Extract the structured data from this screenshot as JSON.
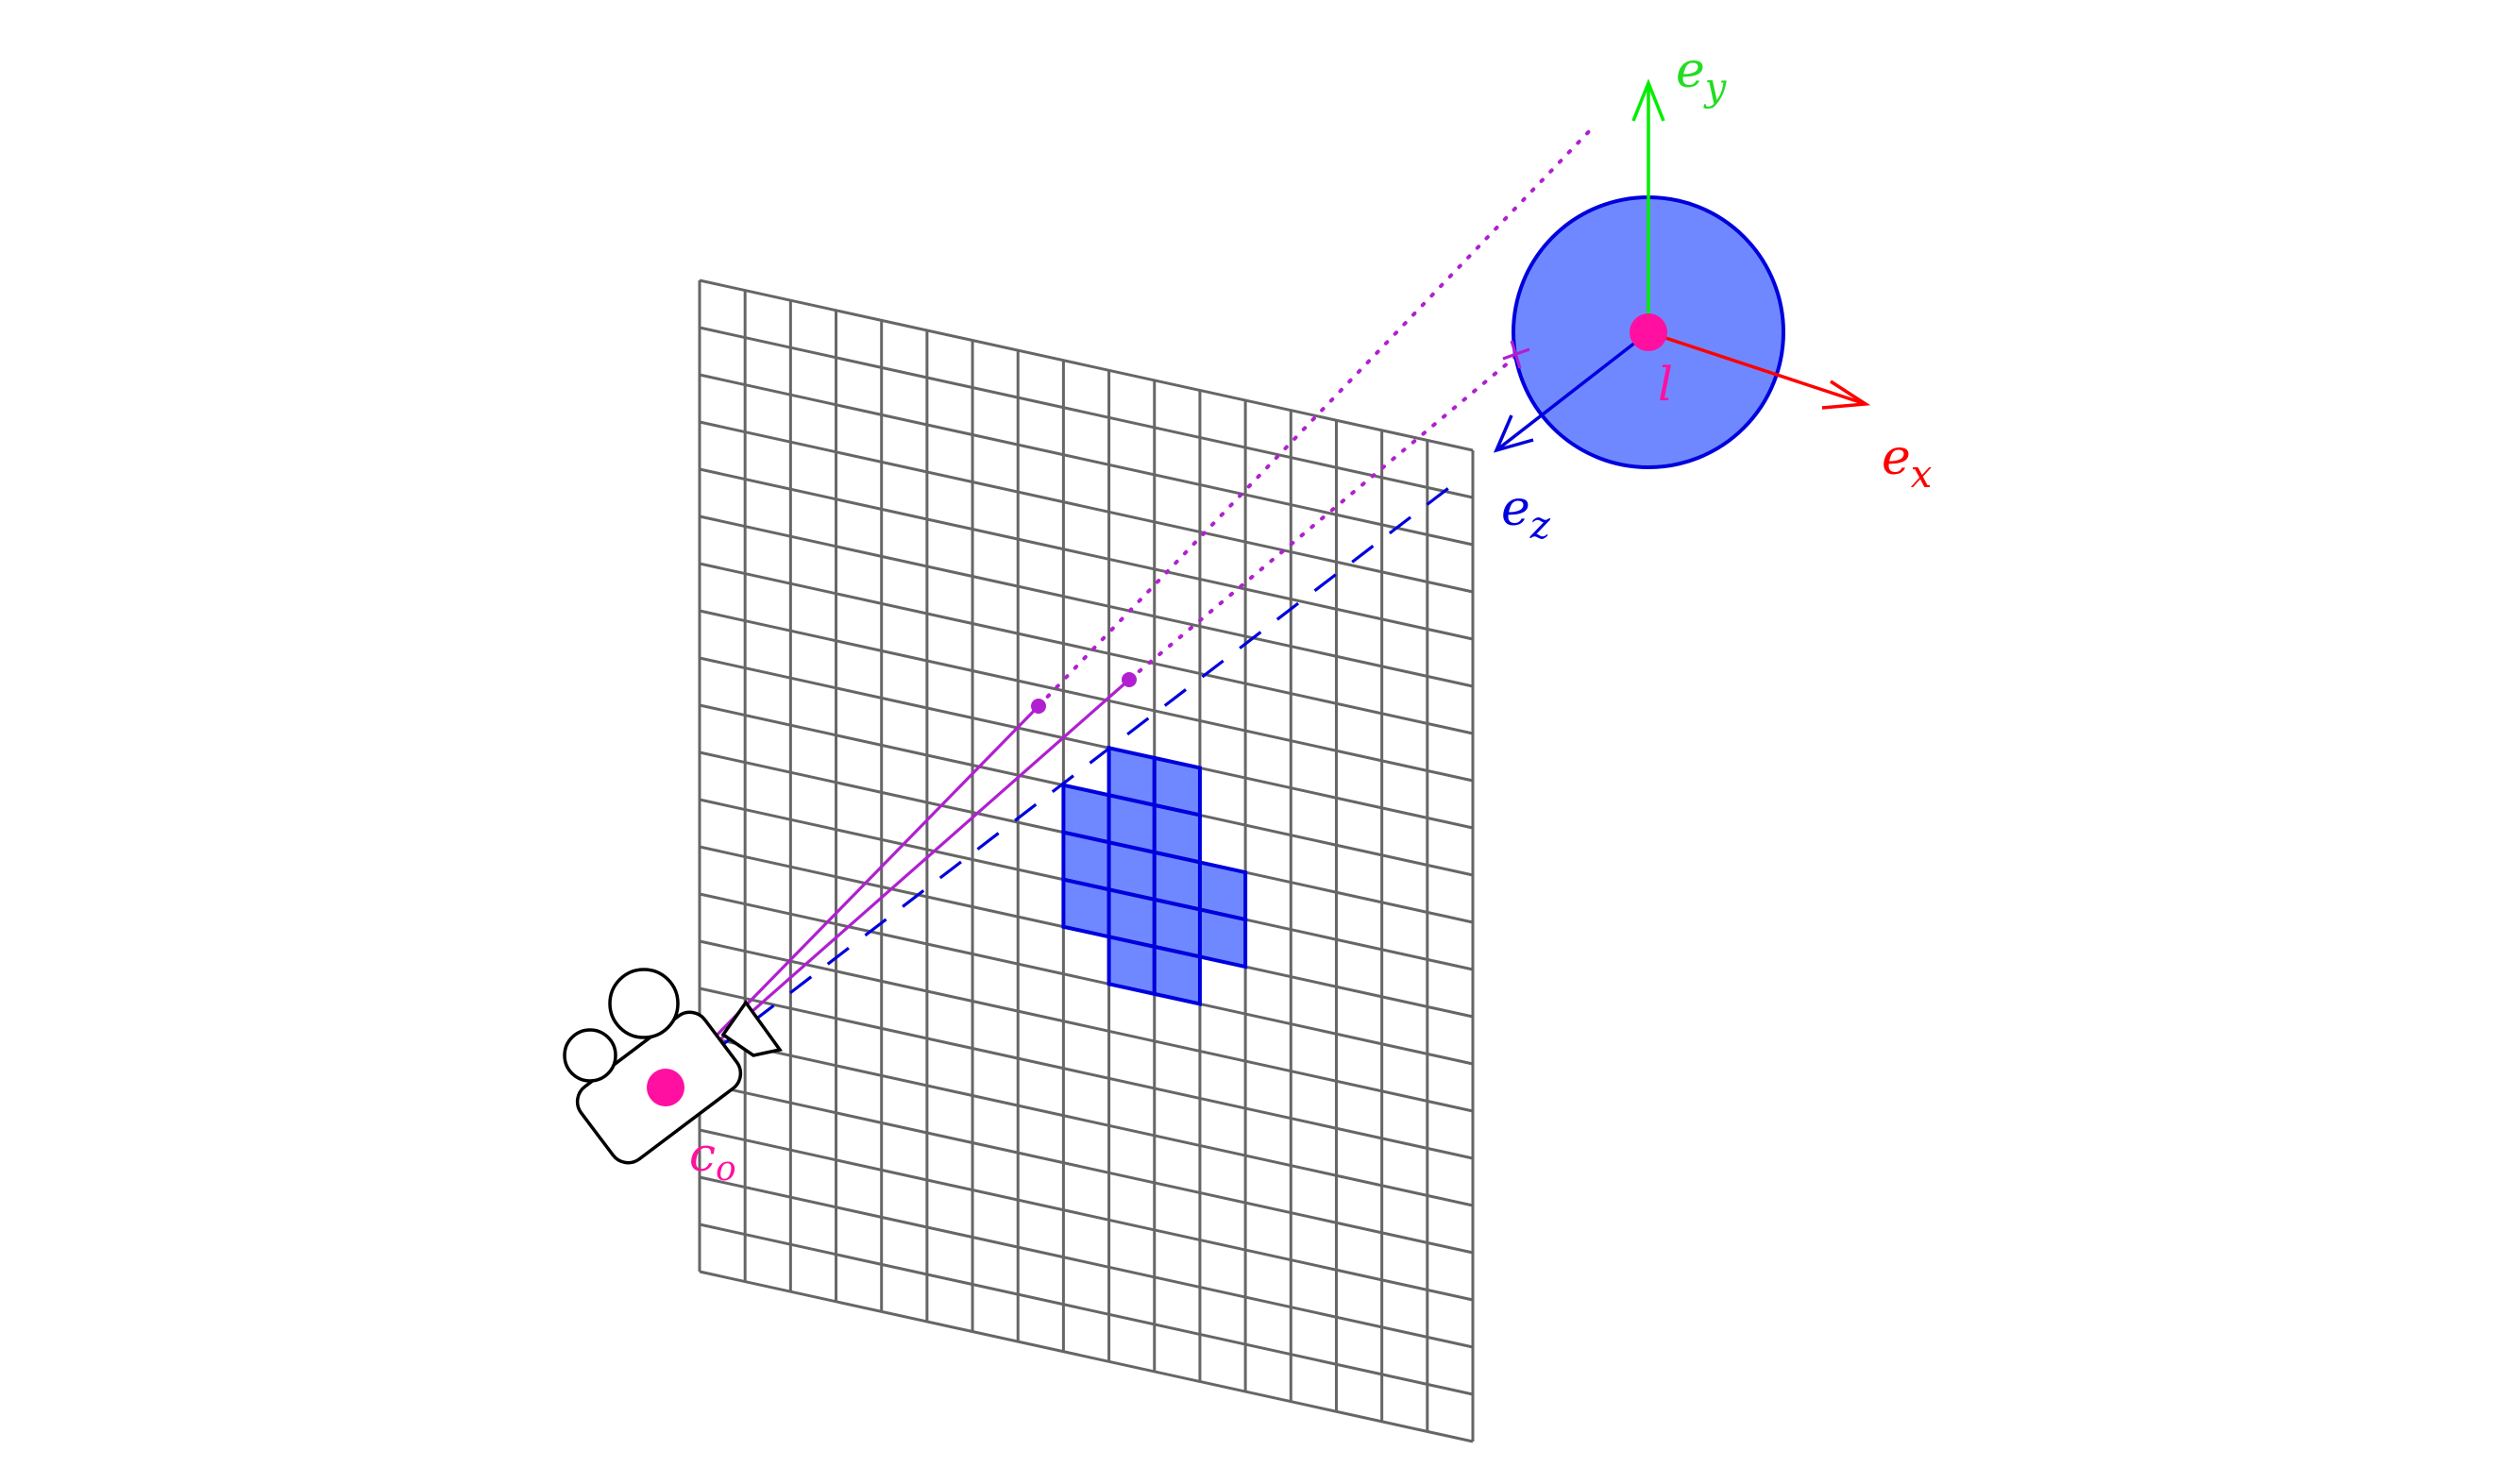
{
  "labels": {
    "e_x": {
      "base": "e",
      "sub": "x"
    },
    "e_y": {
      "base": "e",
      "sub": "y"
    },
    "e_z": {
      "base": "e",
      "sub": "z"
    },
    "light": "l",
    "camera": {
      "base": "c",
      "sub": "o"
    }
  },
  "grid": {
    "columns": 17,
    "rows": 21
  },
  "highlighted_cells": [
    [
      9,
      8
    ],
    [
      10,
      8
    ],
    [
      8,
      9
    ],
    [
      9,
      9
    ],
    [
      10,
      9
    ],
    [
      8,
      10
    ],
    [
      9,
      10
    ],
    [
      10,
      10
    ],
    [
      11,
      10
    ],
    [
      8,
      11
    ],
    [
      9,
      11
    ],
    [
      10,
      11
    ],
    [
      11,
      11
    ],
    [
      9,
      12
    ],
    [
      10,
      12
    ]
  ],
  "colors": {
    "grid_line": "#666666",
    "highlight_fill": "#6f88ff",
    "highlight_stroke": "#0000dd",
    "sphere_fill": "#7088ff",
    "sphere_stroke": "#0000dd",
    "point": "#ff10a0",
    "ray": "#b020d0",
    "axis_x": "#ff0000",
    "axis_y": "#00ee00",
    "axis_z": "#0000dd",
    "camera_stroke": "#000000",
    "label_x": "#ff0000",
    "label_y": "#22dd22",
    "label_z": "#0000dd",
    "label_point": "#ff10a0"
  }
}
